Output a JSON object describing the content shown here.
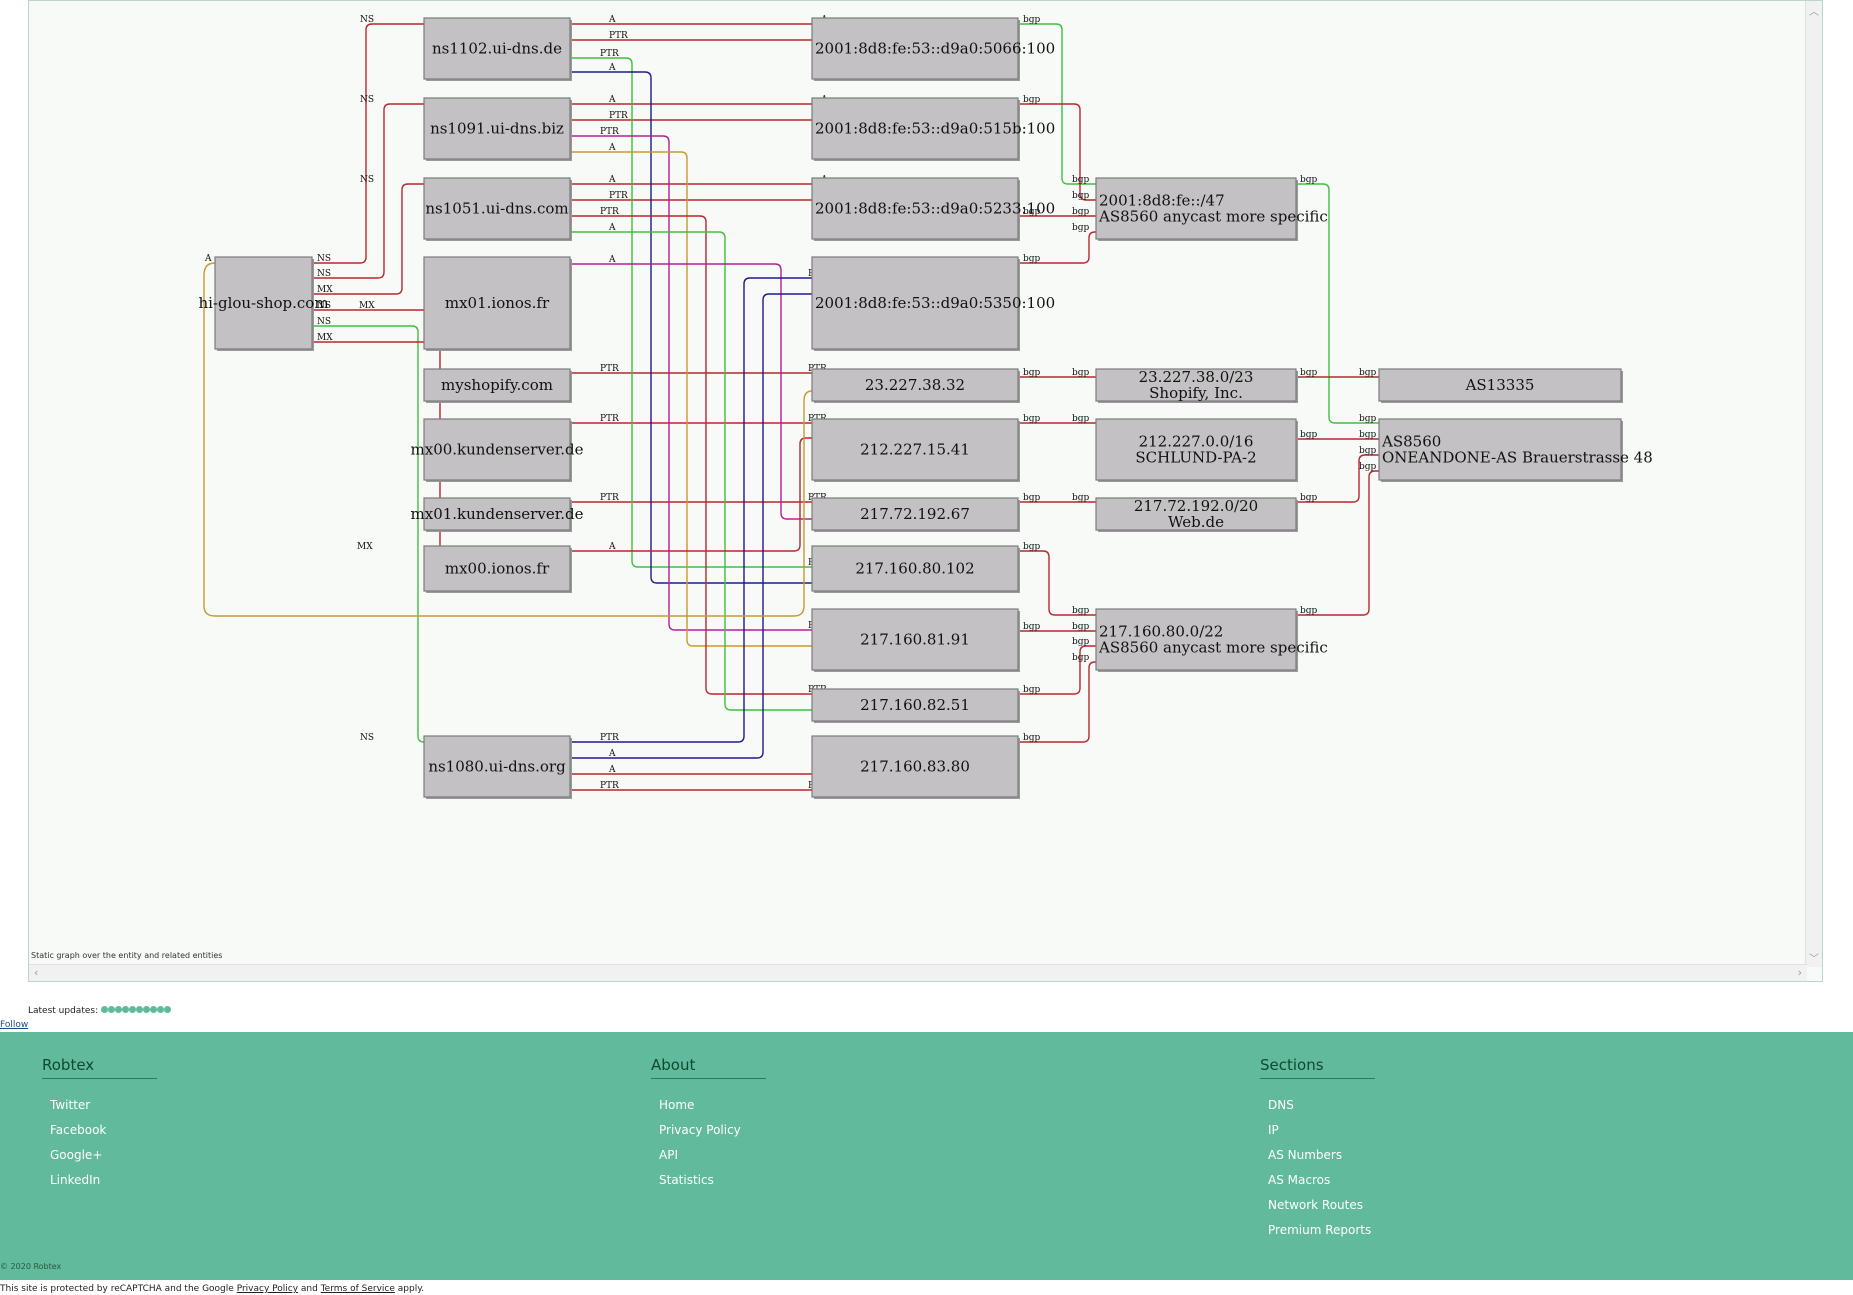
{
  "graph": {
    "caption": "Static graph over the entity and related entities",
    "nodes": {
      "ns1102": "ns1102.ui-dns.de",
      "ns1091": "ns1091.ui-dns.biz",
      "ns1051": "ns1051.ui-dns.com",
      "mx01_ionos": "mx01.ionos.fr",
      "myshopify": "myshopify.com",
      "mx00_kunden": "mx00.kundenserver.de",
      "mx01_kunden": "mx01.kundenserver.de",
      "mx00_ionos": "mx00.ionos.fr",
      "ns1080": "ns1080.ui-dns.org",
      "domain": "hi-glou-shop.com",
      "ip6_5066": "2001:8d8:fe:53::d9a0:5066:100",
      "ip6_515b": "2001:8d8:fe:53::d9a0:515b:100",
      "ip6_5233": "2001:8d8:fe:53::d9a0:5233:100",
      "ip6_5350": "2001:8d8:fe:53::d9a0:5350:100",
      "ip_23": "23.227.38.32",
      "ip_212": "212.227.15.41",
      "ip_217_72": "217.72.192.67",
      "ip_217_160_80": "217.160.80.102",
      "ip_217_160_81": "217.160.81.91",
      "ip_217_160_82": "217.160.82.51",
      "ip_217_160_83": "217.160.83.80",
      "net6": [
        "2001:8d8:fe::/47",
        "AS8560 anycast more specific"
      ],
      "net_23": [
        "23.227.38.0/23",
        "Shopify, Inc."
      ],
      "net_212": [
        "212.227.0.0/16",
        "SCHLUND-PA-2"
      ],
      "net_217_72": [
        "217.72.192.0/20",
        "Web.de"
      ],
      "net_217_160": [
        "217.160.80.0/22",
        "AS8560 anycast more specific"
      ],
      "as13335": "AS13335",
      "as8560": [
        "AS8560",
        "ONEANDONE-AS Brauerstrasse 48"
      ]
    },
    "edge_labels": {
      "ns": "NS",
      "mx": "MX",
      "a": "A",
      "ptr": "PTR",
      "bgp": "bgp"
    },
    "colors": {
      "red": "#b7282e",
      "green": "#3fbf3f",
      "navy": "#1c1a8c",
      "magenta": "#b51f96",
      "gold": "#c99a2e",
      "node_fill": "#c3c1c3",
      "node_border": "#7b7b7b"
    }
  },
  "updates": {
    "label": "Latest updates:",
    "dots": 10
  },
  "follow": "Follow",
  "footer": {
    "columns": [
      {
        "title": "Robtex",
        "links": [
          "Twitter",
          "Facebook",
          "Google+",
          "LinkedIn"
        ]
      },
      {
        "title": "About",
        "links": [
          "Home",
          "Privacy Policy",
          "API",
          "Statistics"
        ]
      },
      {
        "title": "Sections",
        "links": [
          "DNS",
          "IP",
          "AS Numbers",
          "AS Macros",
          "Network Routes",
          "Premium Reports"
        ]
      }
    ],
    "copyright": "© 2020 Robtex"
  },
  "recaptcha": {
    "prefix": "This site is protected by reCAPTCHA and the Google",
    "privacy": "Privacy Policy",
    "and": "and",
    "terms": "Terms of Service",
    "suffix": "apply."
  }
}
